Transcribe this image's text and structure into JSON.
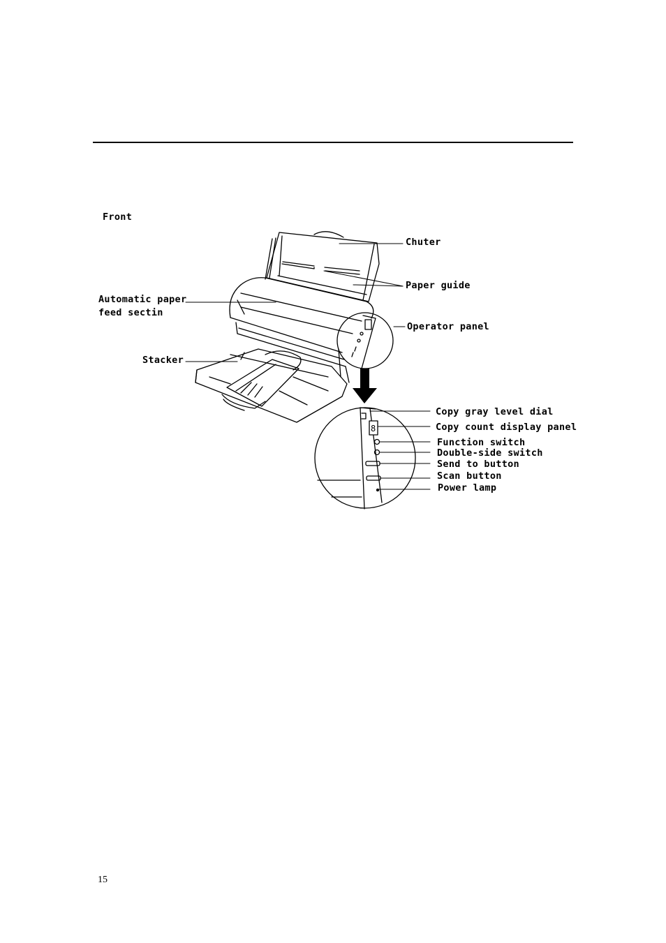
{
  "header": {
    "rule": true
  },
  "figure": {
    "view_label": "Front",
    "labels": {
      "chuter": "Chuter",
      "paper_guide": "Paper guide",
      "operator_panel": "Operator panel",
      "auto_feed_line1": "Automatic paper",
      "auto_feed_line2": "feed sectin",
      "stacker": "Stacker",
      "gray_dial": "Copy gray level dial",
      "count_panel": "Copy count display panel",
      "function_switch": "Function switch",
      "double_side": "Double-side switch",
      "send_to": "Send to button",
      "scan_button": "Scan button",
      "power_lamp": "Power lamp"
    },
    "count_display_digit": "8"
  },
  "footer": {
    "page_number": "15"
  }
}
